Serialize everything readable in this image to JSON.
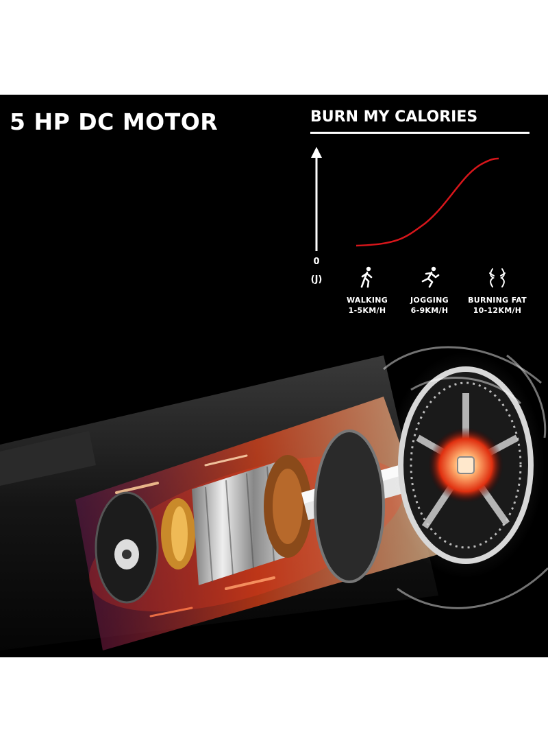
{
  "headline": "5 HP DC MOTOR",
  "chart": {
    "title": "BURN MY CALORIES",
    "y_origin_label": "0",
    "y_unit_label": "(J)"
  },
  "activities": [
    {
      "name": "WALKING",
      "speed": "1-5KM/H",
      "icon": "walking-person-icon"
    },
    {
      "name": "JOGGING",
      "speed": "6-9KM/H",
      "icon": "running-person-icon"
    },
    {
      "name": "BURNING FAT",
      "speed": "10-12KM/H",
      "icon": "body-fat-icon"
    }
  ],
  "colors": {
    "background": "#000000",
    "text": "#ffffff",
    "curve": "#d8161b",
    "glow": "#ff6a1a"
  }
}
